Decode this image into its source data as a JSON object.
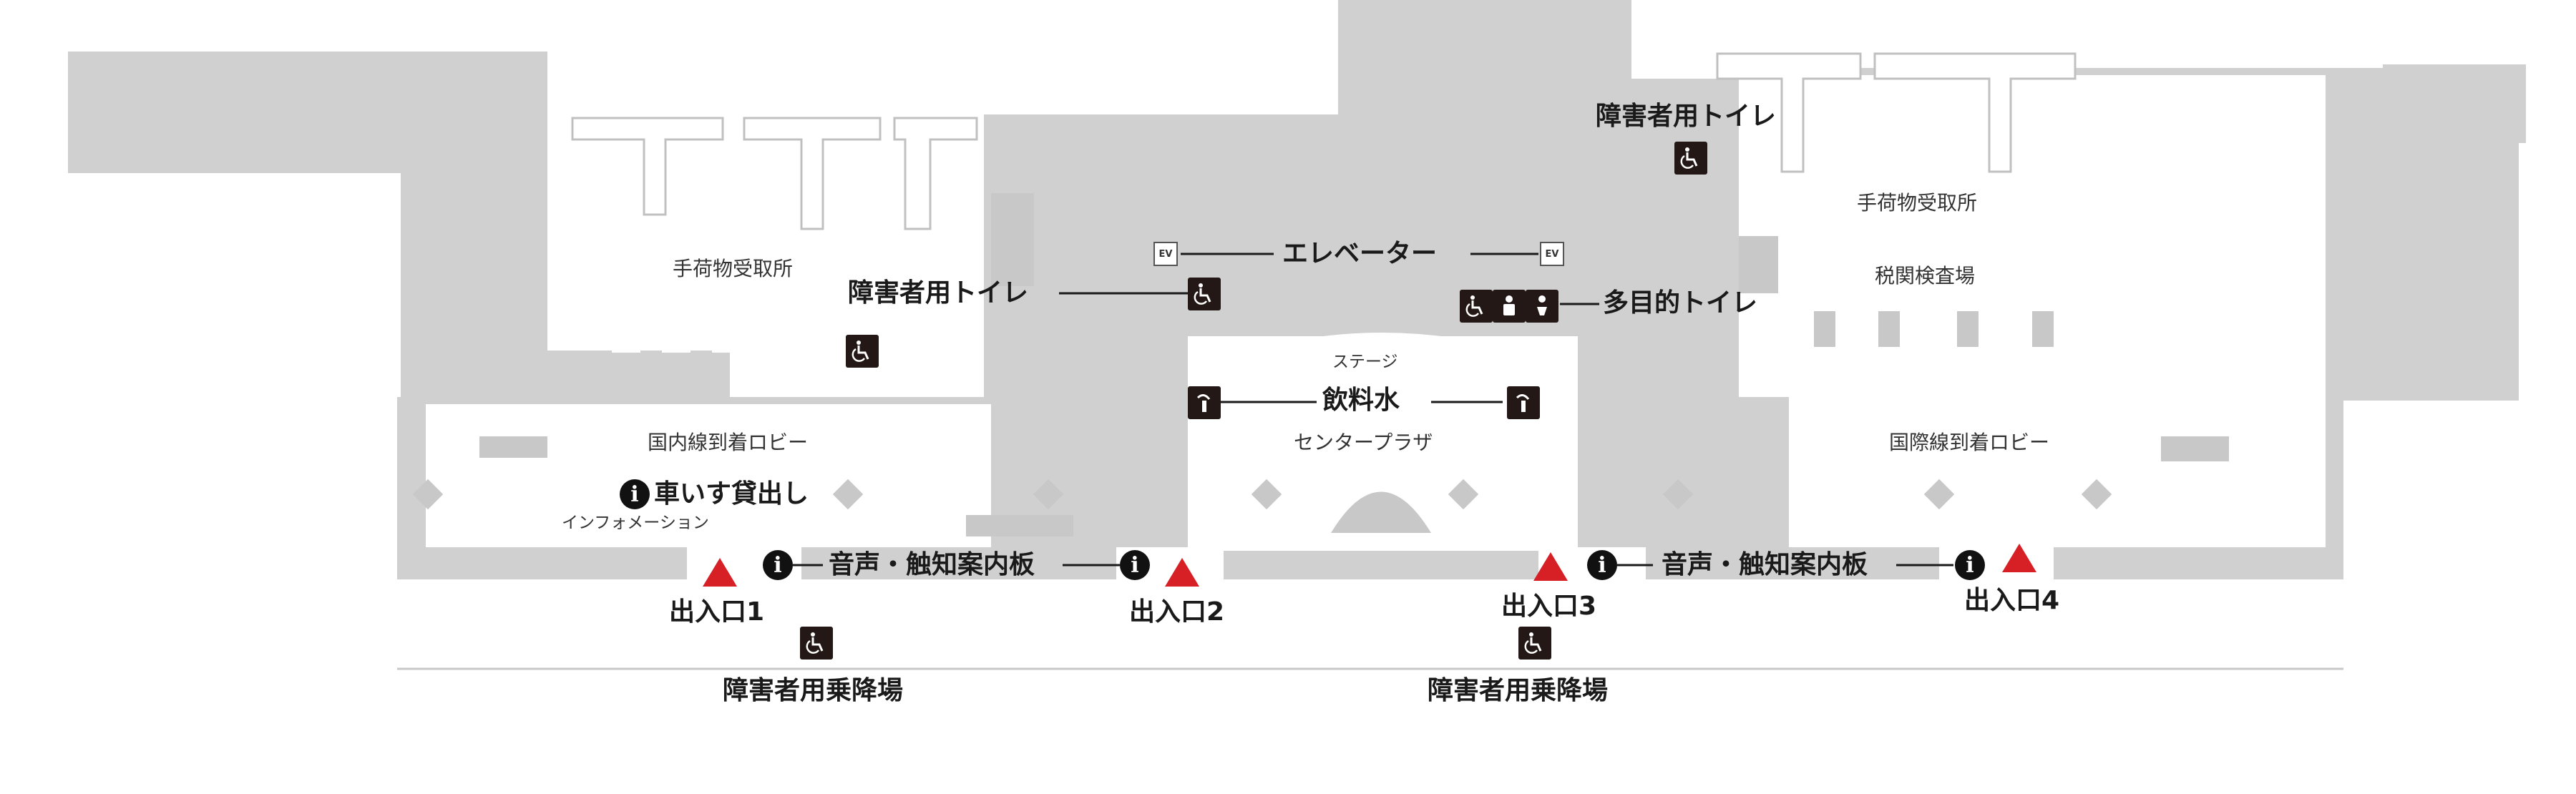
{
  "map": {
    "colors": {
      "building": "#d0d0d0",
      "lobby": "#ffffff",
      "icon_bg": "#231815",
      "entrance": "#d71f26",
      "leader": "#1a1a1a"
    },
    "rooms": {
      "baggage_claim_domestic": "手荷物受取所",
      "baggage_claim_international": "手荷物受取所",
      "customs": "税関検査場",
      "domestic_arrival_lobby": "国内線到着ロビー",
      "international_arrival_lobby": "国際線到着ロビー",
      "stage": "ステージ",
      "center_plaza": "センタープラザ"
    },
    "facilities": {
      "accessible_toilet_upper": "障害者用トイレ",
      "accessible_toilet_mid": "障害者用トイレ",
      "elevator": "エレベーター",
      "multipurpose_toilet": "多目的トイレ",
      "drinking_water": "飲料水",
      "wheelchair_rental": "車いす貸出し",
      "information": "インフォメーション",
      "audio_tactile_board_left": "音声・触知案内板",
      "audio_tactile_board_right": "音声・触知案内板"
    },
    "entrances": [
      "出入口1",
      "出入口2",
      "出入口3",
      "出入口4"
    ],
    "drop_off": [
      "障害者用乗降場",
      "障害者用乗降場"
    ],
    "icons": {
      "wheelchair": "wheelchair-icon",
      "info": "info-icon",
      "elevator": "elevator-icon",
      "drinking_water": "drinking-fountain-icon",
      "baby": "baby-care-icon",
      "entrance_marker": "red-triangle-icon"
    }
  }
}
